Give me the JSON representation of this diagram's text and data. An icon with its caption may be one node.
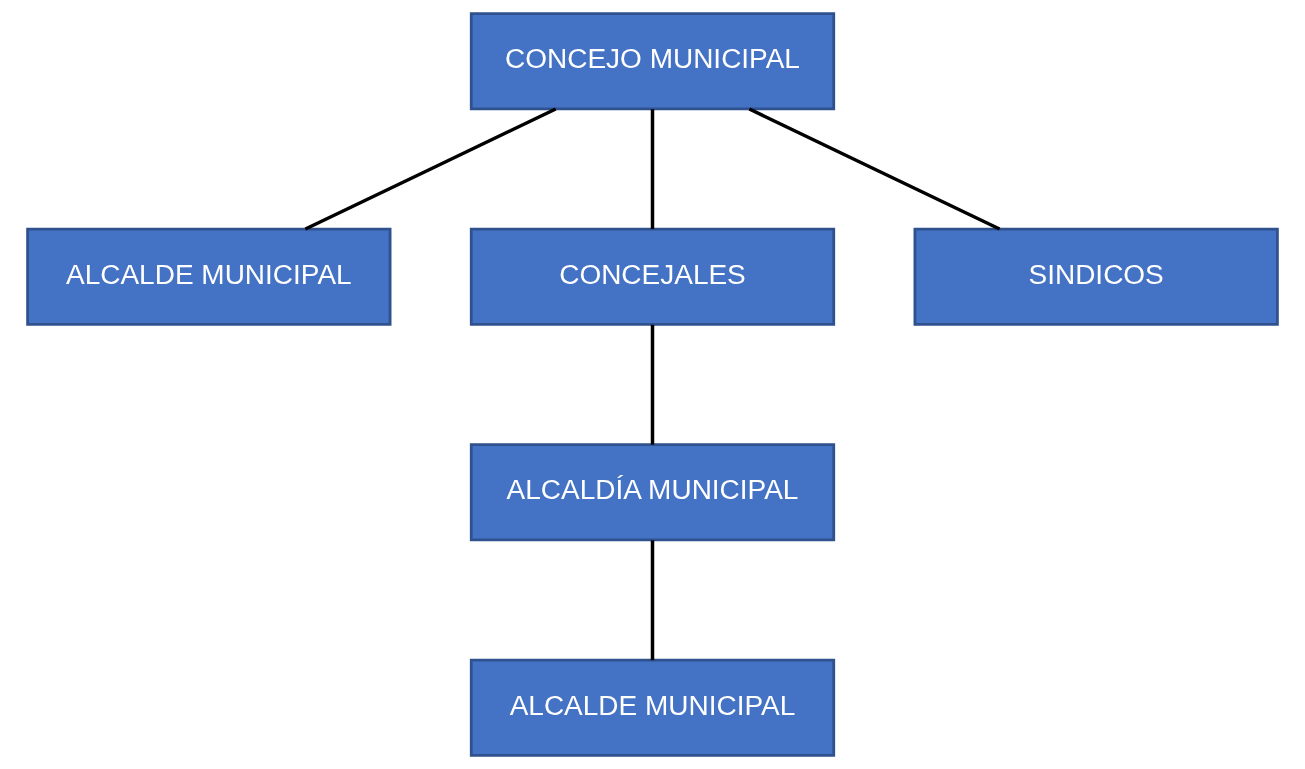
{
  "diagram": {
    "nodes": [
      {
        "text": [
          "CONCEJO MUNICIPAL"
        ]
      },
      {
        "text": [
          "ALCALDE MUNICIPAL"
        ]
      },
      {
        "text": [
          "CONCEJALES"
        ]
      },
      {
        "text": [
          "SINDICOS"
        ]
      },
      {
        "text": [
          "ALCALDÍA MUNICIPAL"
        ]
      },
      {
        "text": [
          "ALCALDE MUNICIPAL"
        ]
      }
    ],
    "edges": [
      {
        "from": 0,
        "to": 1,
        "arrow": "none"
      },
      {
        "from": 0,
        "to": 2,
        "arrow": "none"
      },
      {
        "from": 0,
        "to": 3,
        "arrow": "none"
      },
      {
        "from": 2,
        "to": 4,
        "arrow": "none"
      },
      {
        "from": 4,
        "to": 5,
        "arrow": "none"
      }
    ]
  }
}
